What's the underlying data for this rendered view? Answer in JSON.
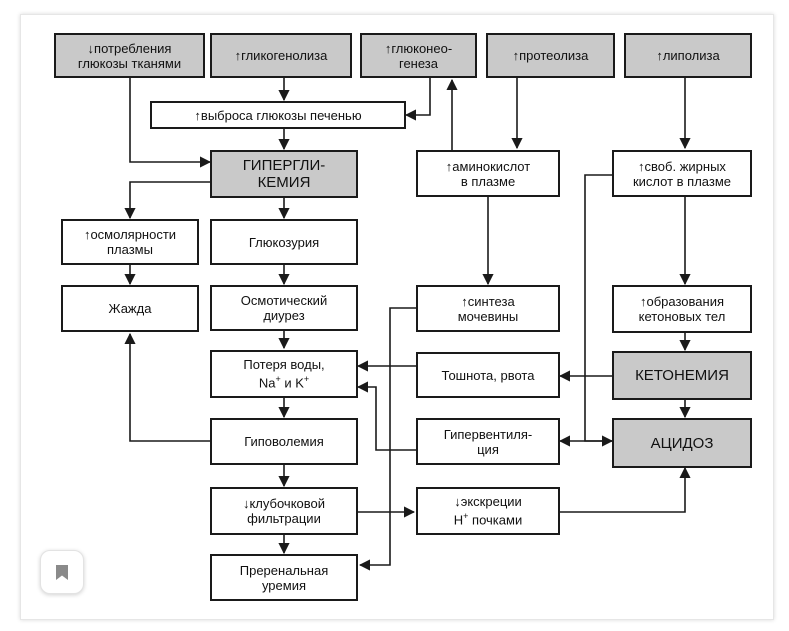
{
  "nodes": {
    "glucose_uptake": "↓потребления\nглюкозы тканями",
    "glycogenolysis": "↑гликогенолиза",
    "gluconeogenesis": "↑глюконео-\nгенеза",
    "proteolysis": "↑протеолиза",
    "lipolysis": "↑липолиза",
    "liver_glucose": "↑выброса глюкозы печенью",
    "hyperglycemia": "ГИПЕРГЛИ-\nКЕМИЯ",
    "amino_acids": "↑аминокислот\nв плазме",
    "free_fatty_acids": "↑своб. жирных\nкислот в плазме",
    "osmolarity": "↑осмолярности\nплазмы",
    "glucosuria": "Глюкозурия",
    "thirst": "Жажда",
    "osmotic_diuresis": "Осмотический\nдиурез",
    "urea_synthesis": "↑синтеза\nмочевины",
    "ketone_formation": "↑образования\nкетоновых тел",
    "water_loss_prefix": "Потеря воды,",
    "water_loss_na": "Na",
    "water_loss_and": " и K",
    "water_loss_sup": "+",
    "nausea": "Тошнота, рвота",
    "ketonemia": "КЕТОНЕМИЯ",
    "hypovolemia": "Гиповолемия",
    "hyperventilation": "Гипервентиля-\nция",
    "acidosis": "АЦИДОЗ",
    "gfr": "↓клубочковой\nфильтрации",
    "h_excretion_top": "↓экскреции",
    "h_excretion_h": "H",
    "h_excretion_sup": "+",
    "h_excretion_rest": " почками",
    "prerenal_uremia": "Преренальная\nуремия"
  },
  "colors": {
    "gray_fill": "#c9c9c9",
    "stroke": "#1a1a1a"
  },
  "icons": {
    "bookmark": "bookmark-icon"
  }
}
